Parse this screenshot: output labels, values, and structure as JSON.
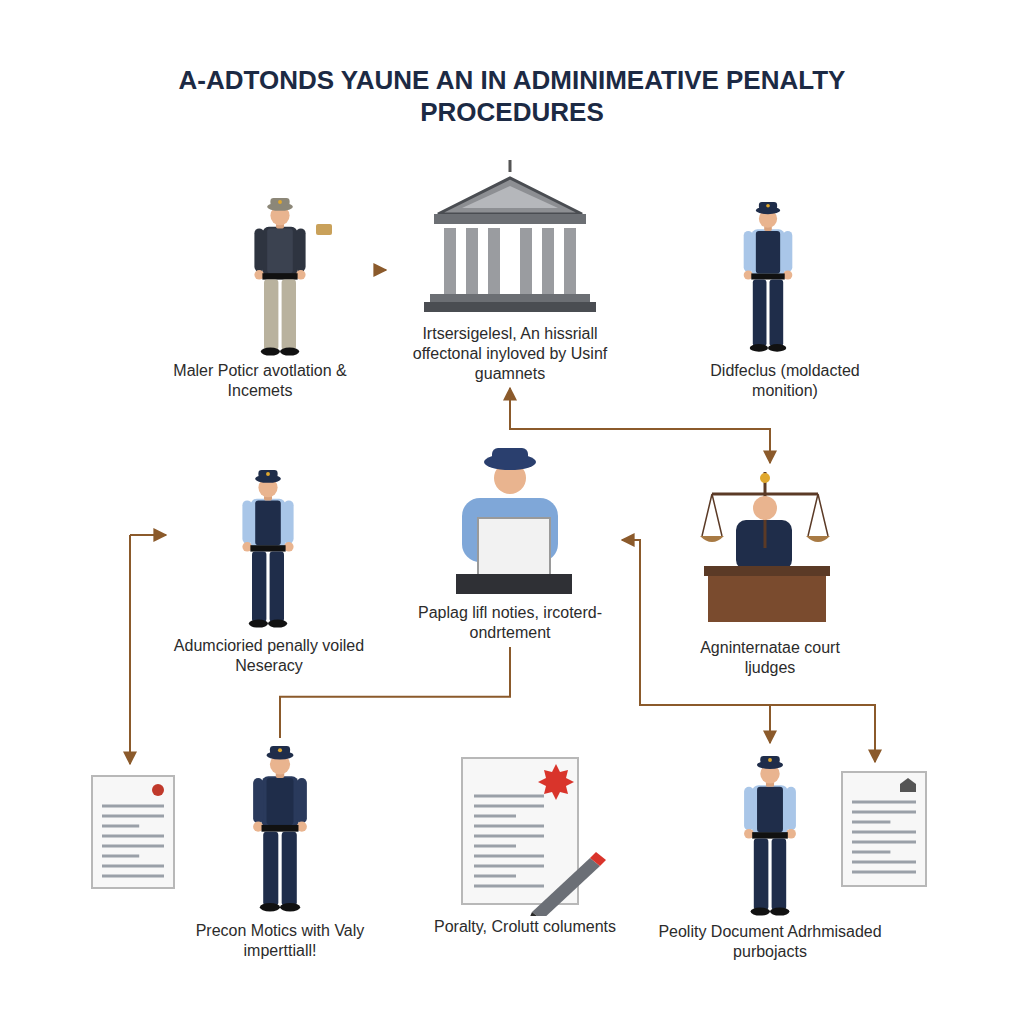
{
  "diagram": {
    "title": "A-ADTONDS YAUNE AN IN ADMINIMEATIVE PENALTY PROCEDURES",
    "nodes": [
      {
        "text": [
          "Maler Poticr avotlation & Incemets"
        ]
      },
      {
        "text": [
          "Irtsersigelesl, An hissriall offectonal inyloved by Usinf guamnets"
        ]
      },
      {
        "text": [
          "Didfeclus (moldacted monition)"
        ]
      },
      {
        "text": [
          "Adumcioried penally voiled Neseracy"
        ]
      },
      {
        "text": [
          "Paplag lifl noties, ircoterd-ondrtement"
        ]
      },
      {
        "text": [
          "Agninternatae court ljudges"
        ]
      },
      {
        "text": [
          "Precon Motics with Valy imperttiall!"
        ]
      },
      {
        "text": [
          "Poralty, Crolutt columents"
        ]
      },
      {
        "text": [
          "Peolity Document Adrhmisaded purbojacts"
        ]
      }
    ],
    "edges": [
      {
        "from": 0,
        "to": 1,
        "arrow": "to"
      },
      {
        "from": 1,
        "to": 5,
        "arrow": "both"
      },
      {
        "from": 4,
        "to": 6,
        "arrow": "none"
      },
      {
        "from": 8,
        "to": 4,
        "arrow": "both"
      }
    ]
  }
}
